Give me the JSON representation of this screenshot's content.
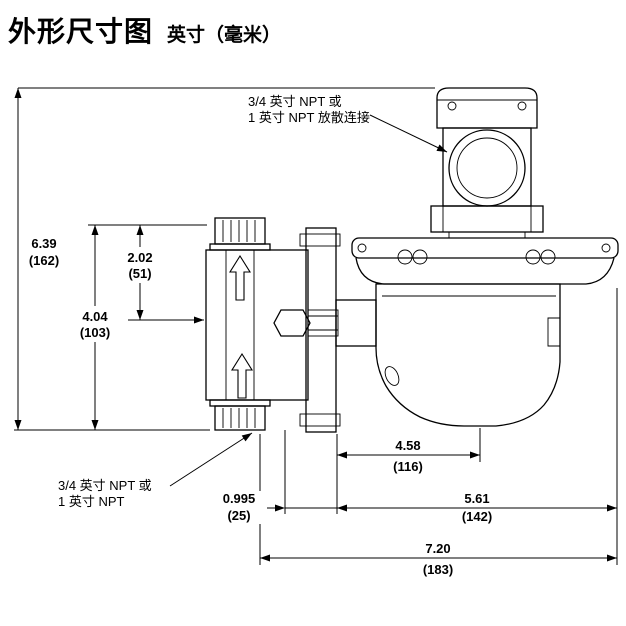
{
  "title": "外形尺寸图",
  "subtitle": "英寸（毫米）",
  "notes": {
    "vent_line1": "3/4 英寸 NPT 或",
    "vent_line2": "1 英寸 NPT 放散连接",
    "inlet_line1": "3/4 英寸 NPT 或",
    "inlet_line2": "1 英寸 NPT"
  },
  "dims": {
    "overall_height": {
      "in": "6.39",
      "mm": "(162)"
    },
    "top_to_center": {
      "in": "2.02",
      "mm": "(51)"
    },
    "body_height": {
      "in": "4.04",
      "mm": "(103)"
    },
    "center_to_flange": {
      "in": "4.58",
      "mm": "(116)"
    },
    "offset": {
      "in": "0.995",
      "mm": "(25)"
    },
    "flange_to_edge": {
      "in": "5.61",
      "mm": "(142)"
    },
    "overall_width": {
      "in": "7.20",
      "mm": "(183)"
    }
  },
  "colors": {
    "line": "#000000",
    "background": "#ffffff"
  }
}
